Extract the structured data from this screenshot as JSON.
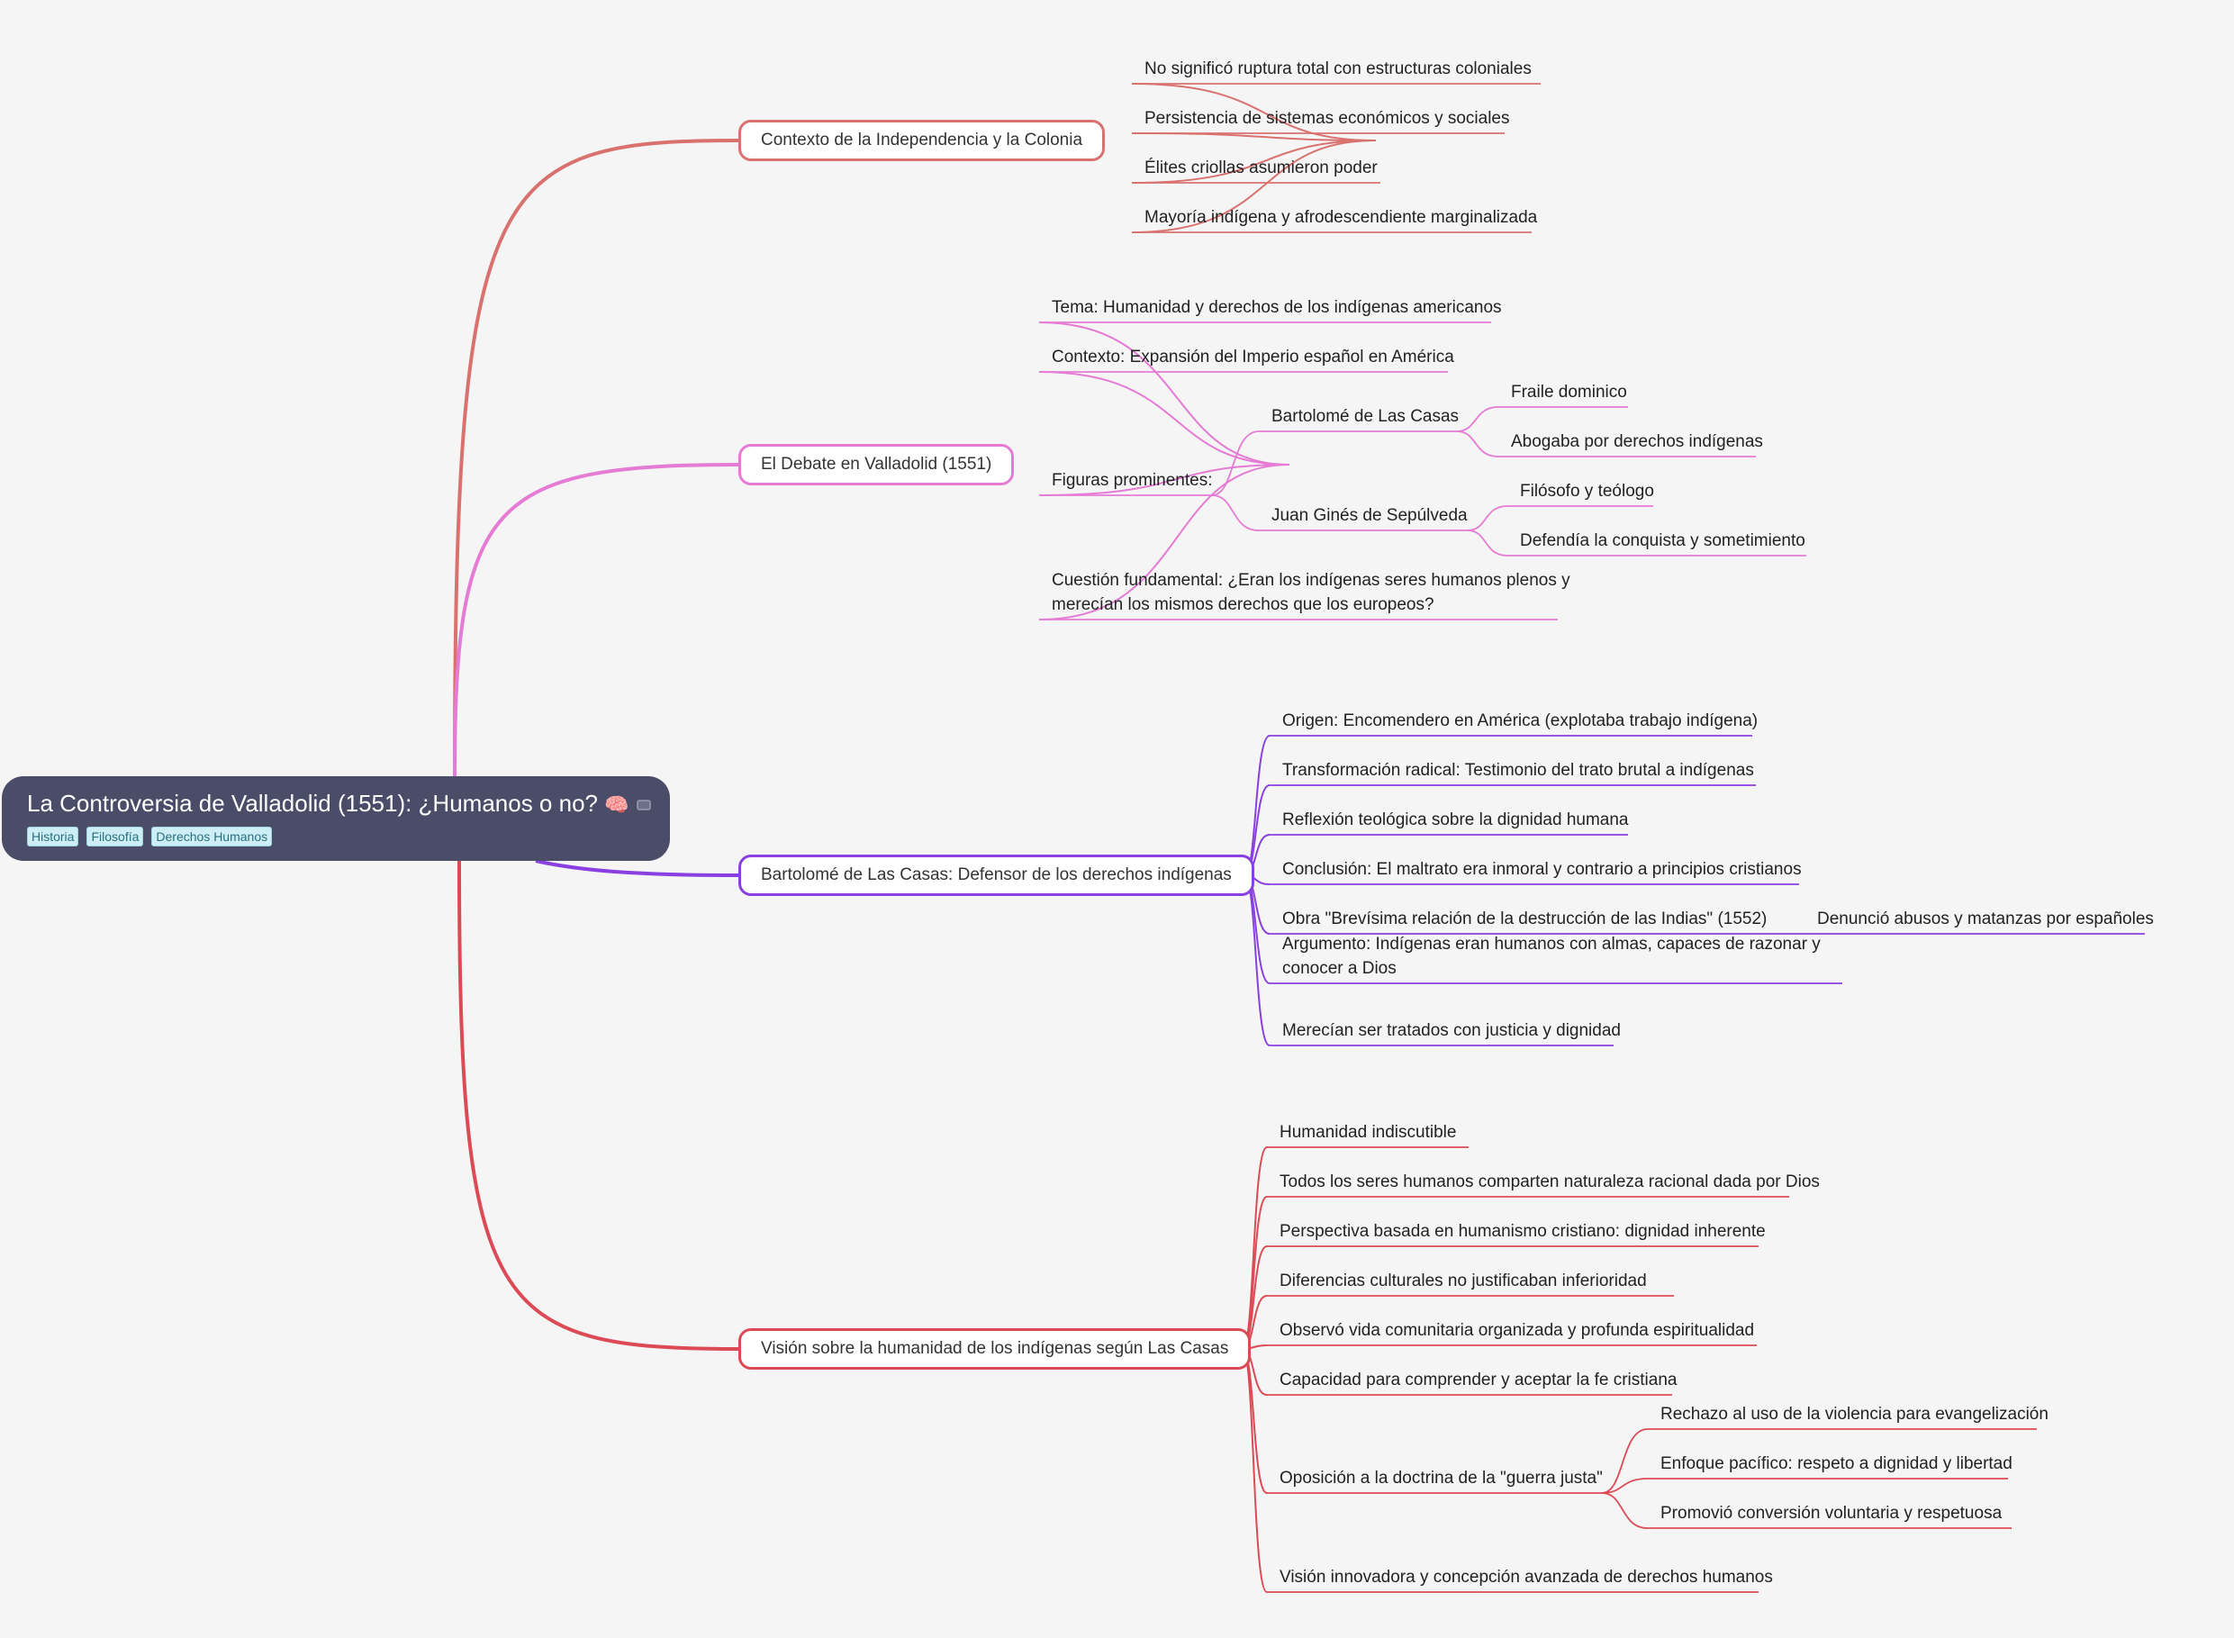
{
  "root": {
    "title": "La Controversia de Valladolid (1551): ¿Humanos o no?",
    "icons": [
      "brain-icon",
      "scroll-icon"
    ],
    "tags": [
      "Historia",
      "Filosofía",
      "Derechos Humanos"
    ],
    "colors": {
      "fill": "#4a4c68",
      "text": "#ffffff",
      "tag_bg": "#cdeef5",
      "tag_text": "#2a6f80"
    }
  },
  "branches": [
    {
      "label": "Contexto de la Independencia y la Colonia",
      "color": "#d9726f",
      "children": [
        {
          "label": "No significó ruptura total con estructuras coloniales"
        },
        {
          "label": "Persistencia de sistemas económicos y sociales"
        },
        {
          "label": "Élites criollas asumieron poder"
        },
        {
          "label": "Mayoría indígena y afrodescendiente marginalizada"
        }
      ]
    },
    {
      "label": "El Debate en Valladolid (1551)",
      "color": "#e57bd4",
      "children": [
        {
          "label": "Tema: Humanidad y derechos de los indígenas americanos"
        },
        {
          "label": "Contexto: Expansión del Imperio español en América"
        },
        {
          "label": "Figuras prominentes:",
          "children": [
            {
              "label": "Bartolomé de Las Casas",
              "children": [
                {
                  "label": "Fraile dominico"
                },
                {
                  "label": "Abogaba por derechos indígenas"
                }
              ]
            },
            {
              "label": "Juan Ginés de Sepúlveda",
              "children": [
                {
                  "label": "Filósofo y teólogo"
                },
                {
                  "label": "Defendía la conquista y sometimiento"
                }
              ]
            }
          ]
        },
        {
          "label": "Cuestión fundamental: ¿Eran los indígenas seres humanos plenos y\nmerecían los mismos derechos que los europeos?"
        }
      ]
    },
    {
      "label": "Bartolomé de Las Casas: Defensor de los derechos indígenas",
      "color": "#8a3fe0",
      "children": [
        {
          "label": "Origen: Encomendero en América (explotaba trabajo indígena)"
        },
        {
          "label": "Transformación radical: Testimonio del trato brutal a indígenas"
        },
        {
          "label": "Reflexión teológica sobre la dignidad humana"
        },
        {
          "label": "Conclusión: El maltrato era inmoral y contrario a principios cristianos"
        },
        {
          "label": "Obra \"Brevísima relación de la destrucción de las Indias\" (1552)",
          "children": [
            {
              "label": "Denunció abusos y matanzas por españoles"
            }
          ]
        },
        {
          "label": "Argumento: Indígenas eran humanos con almas, capaces de razonar y\nconocer a Dios"
        },
        {
          "label": "Merecían ser tratados con justicia y dignidad"
        }
      ]
    },
    {
      "label": "Visión sobre la humanidad de los indígenas según Las Casas",
      "color": "#dc4a55",
      "children": [
        {
          "label": "Humanidad indiscutible"
        },
        {
          "label": "Todos los seres humanos comparten naturaleza racional dada por Dios"
        },
        {
          "label": "Perspectiva basada en humanismo cristiano: dignidad inherente"
        },
        {
          "label": "Diferencias culturales no justificaban inferioridad"
        },
        {
          "label": "Observó vida comunitaria organizada y profunda espiritualidad"
        },
        {
          "label": "Capacidad para comprender y aceptar la fe cristiana"
        },
        {
          "label": "Oposición a la doctrina de la \"guerra justa\"",
          "children": [
            {
              "label": "Rechazo al uso de la violencia para evangelización"
            },
            {
              "label": "Enfoque pacífico: respeto a dignidad y libertad"
            },
            {
              "label": "Promovió conversión voluntaria y respetuosa"
            }
          ]
        },
        {
          "label": "Visión innovadora y concepción avanzada de derechos humanos"
        }
      ]
    }
  ]
}
